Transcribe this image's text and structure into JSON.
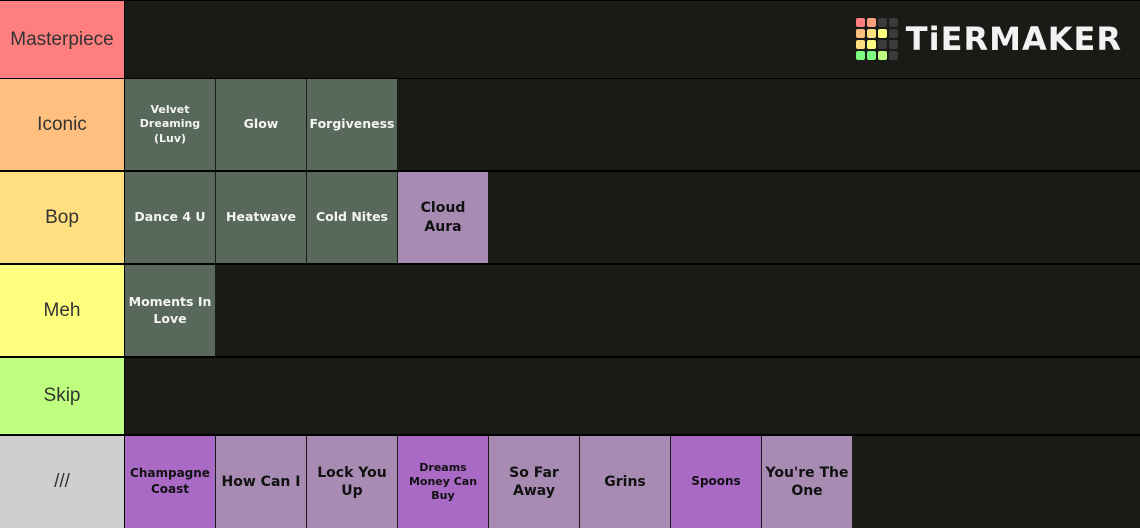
{
  "logo": {
    "text": "TiERMAKER",
    "grid_colors": [
      "#ff7f7f",
      "#ff9f7f",
      "#3a3a3a",
      "#3a3a3a",
      "#ffbf7f",
      "#ffdf7f",
      "#ffff7f",
      "#3a3a3a",
      "#ffdf7f",
      "#ffff7f",
      "#3a3a3a",
      "#3a3a3a",
      "#7fff7f",
      "#7fff7f",
      "#bfff7f",
      "#3a3a3a"
    ]
  },
  "tiers": [
    {
      "label": "Masterpiece",
      "color": "#ff7f7f",
      "items": []
    },
    {
      "label": "Iconic",
      "color": "#ffbf7f",
      "items": [
        {
          "text": "Velvet Dreaming (Luv)",
          "style": "grey small"
        },
        {
          "text": "Glow",
          "style": "grey"
        },
        {
          "text": "Forgiveness",
          "style": "grey"
        }
      ]
    },
    {
      "label": "Bop",
      "color": "#ffdf7f",
      "items": [
        {
          "text": "Dance 4 U",
          "style": "grey"
        },
        {
          "text": "Heatwave",
          "style": "grey"
        },
        {
          "text": "Cold Nites",
          "style": "grey"
        },
        {
          "text": "Cloud Aura",
          "style": "mauve"
        }
      ]
    },
    {
      "label": "Meh",
      "color": "#ffff7f",
      "items": [
        {
          "text": "Moments In Love",
          "style": "grey"
        }
      ]
    },
    {
      "label": "Skip",
      "color": "#bfff7f",
      "items": []
    },
    {
      "label": "///",
      "color": "#cfcfcf",
      "items": [
        {
          "text": "Champagne Coast",
          "style": "purple"
        },
        {
          "text": "How Can I",
          "style": "mauve"
        },
        {
          "text": "Lock You Up",
          "style": "mauve"
        },
        {
          "text": "Dreams Money Can Buy",
          "style": "purple small"
        },
        {
          "text": "So Far Away",
          "style": "mauve"
        },
        {
          "text": "Grins",
          "style": "mauve"
        },
        {
          "text": "Spoons",
          "style": "purple"
        },
        {
          "text": "You're The One",
          "style": "mauve"
        }
      ]
    }
  ]
}
